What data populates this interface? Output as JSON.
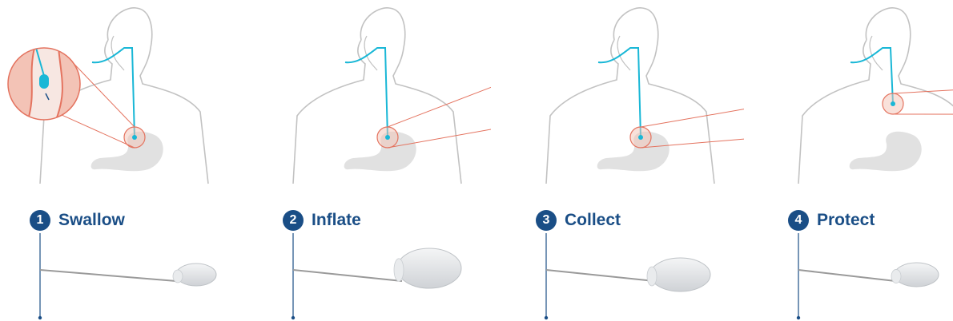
{
  "colors": {
    "accent": "#1a4e86",
    "highlight": "#e4735f",
    "cyan": "#19b7d6",
    "tissue": "#f3c3b6",
    "outline": "#c2c2c2",
    "stomach": "#e1e1e1"
  },
  "steps": [
    {
      "number": "1",
      "label": "Swallow"
    },
    {
      "number": "2",
      "label": "Inflate"
    },
    {
      "number": "3",
      "label": "Collect"
    },
    {
      "number": "4",
      "label": "Protect"
    }
  ]
}
